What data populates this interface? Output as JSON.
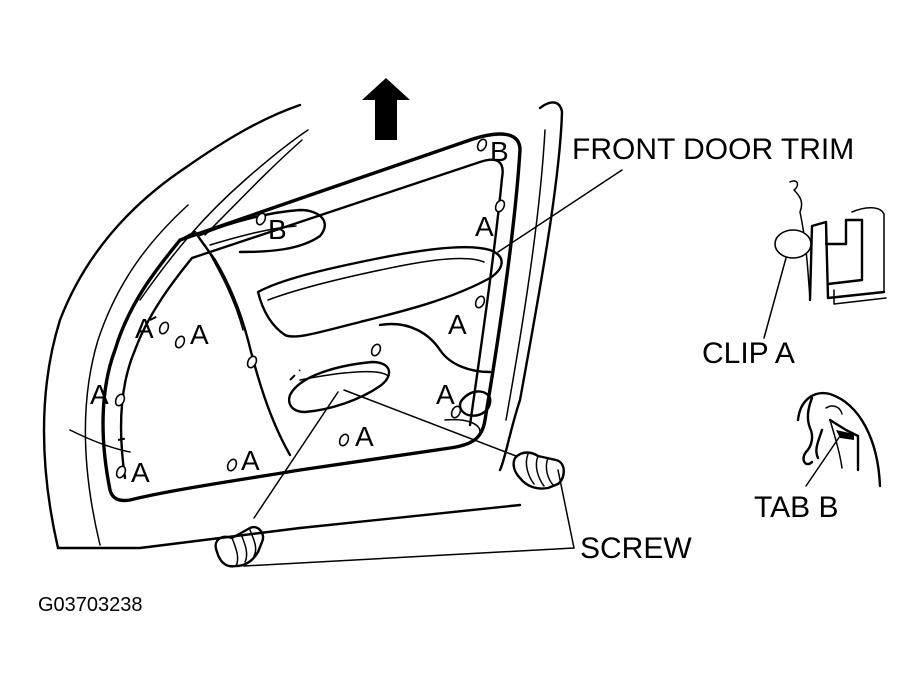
{
  "labels": {
    "front_door_trim": "FRONT DOOR TRIM",
    "clip_a": "CLIP A",
    "tab_b": "TAB B",
    "screw": "SCREW",
    "figure_code": "G03703238"
  },
  "markers": {
    "a": "A",
    "b": "B"
  },
  "icons": {
    "arrow": "up-arrow-icon",
    "screw": "screw-icon",
    "clip": "clip-icon",
    "tab": "tab-icon"
  }
}
